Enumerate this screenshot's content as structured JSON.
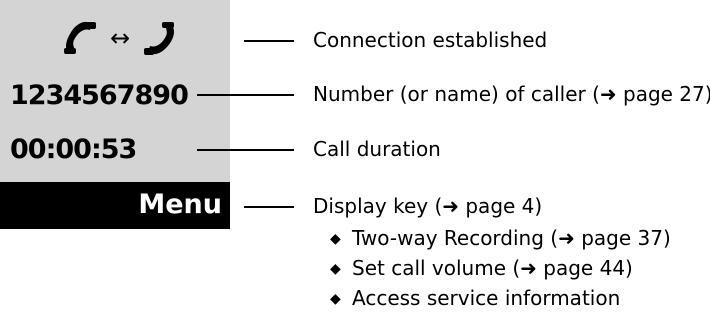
{
  "display": {
    "icon": "call-connected-icon",
    "arrow_glyph": "↔",
    "number": "1234567890",
    "duration": "00:00:53",
    "softkey": "Menu",
    "colors": {
      "screen_bg": "#d4d4d4",
      "softkey_bg": "#000000",
      "softkey_text": "#ffffff"
    }
  },
  "callouts": {
    "connection": "Connection established",
    "caller": "Number (or name) of caller (➜ page 27)",
    "duration": "Call duration",
    "display_key": "Display key (➜ page 4)"
  },
  "menu_items": [
    "Two-way Recording (➜ page 37)",
    "Set call volume (➜ page 44)",
    "Access service information"
  ]
}
